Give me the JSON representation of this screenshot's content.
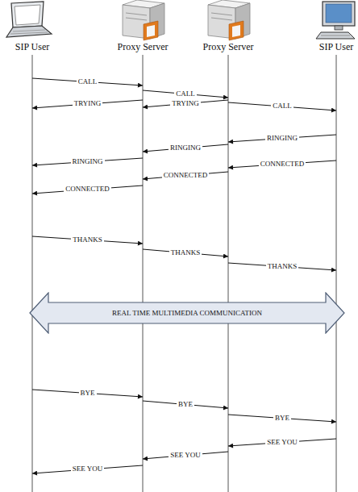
{
  "diagram": {
    "nodes": [
      {
        "text": [
          "SIP User"
        ]
      },
      {
        "text": [
          "Proxy Server"
        ]
      },
      {
        "text": [
          "Proxy Server"
        ]
      },
      {
        "text": [
          "SIP User"
        ]
      },
      {
        "text": [
          "REAL TIME MULTIMEDIA COMMUNICATION"
        ]
      }
    ],
    "edges": [
      {
        "from": 0,
        "to": 1,
        "label": "CALL",
        "arrow": "to"
      },
      {
        "from": 1,
        "to": 2,
        "label": "CALL",
        "arrow": "to"
      },
      {
        "from": 1,
        "to": 0,
        "label": "TRYING",
        "arrow": "to"
      },
      {
        "from": 2,
        "to": 1,
        "label": "TRYING",
        "arrow": "to"
      },
      {
        "from": 2,
        "to": 3,
        "label": "CALL",
        "arrow": "to"
      },
      {
        "from": 3,
        "to": 2,
        "label": "RINGING",
        "arrow": "to"
      },
      {
        "from": 2,
        "to": 1,
        "label": "RINGING",
        "arrow": "to"
      },
      {
        "from": 1,
        "to": 0,
        "label": "RINGING",
        "arrow": "to"
      },
      {
        "from": 3,
        "to": 2,
        "label": "CONNECTED",
        "arrow": "to"
      },
      {
        "from": 2,
        "to": 1,
        "label": "CONNECTED",
        "arrow": "to"
      },
      {
        "from": 1,
        "to": 0,
        "label": "CONNECTED",
        "arrow": "to"
      },
      {
        "from": 0,
        "to": 1,
        "label": "THANKS",
        "arrow": "to"
      },
      {
        "from": 1,
        "to": 2,
        "label": "THANKS",
        "arrow": "to"
      },
      {
        "from": 2,
        "to": 3,
        "label": "THANKS",
        "arrow": "to"
      },
      {
        "from": 0,
        "to": 1,
        "label": "BYE",
        "arrow": "to"
      },
      {
        "from": 1,
        "to": 2,
        "label": "BYE",
        "arrow": "to"
      },
      {
        "from": 2,
        "to": 3,
        "label": "BYE",
        "arrow": "to"
      },
      {
        "from": 3,
        "to": 2,
        "label": "SEE YOU",
        "arrow": "to"
      },
      {
        "from": 2,
        "to": 1,
        "label": "SEE YOU",
        "arrow": "to"
      },
      {
        "from": 1,
        "to": 0,
        "label": "SEE YOU",
        "arrow": "to"
      }
    ]
  }
}
